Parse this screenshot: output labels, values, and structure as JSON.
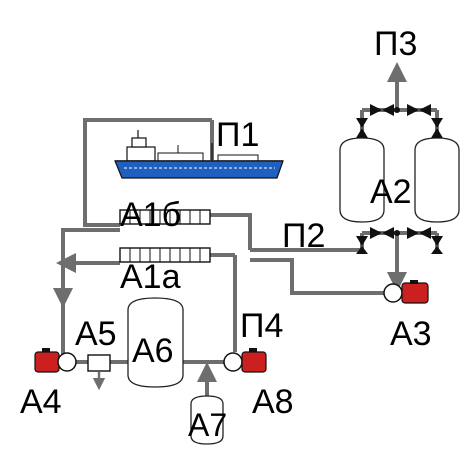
{
  "labels": {
    "p1": "П1",
    "p2": "П2",
    "p3": "П3",
    "p4": "П4",
    "a1a": "А1а",
    "a1b": "А1б",
    "a2": "А2",
    "a3": "А3",
    "a4": "А4",
    "a5": "А5",
    "a6": "А6",
    "a7": "А7",
    "a8": "А8"
  },
  "colors": {
    "pipe": "#6e6e6e",
    "ship_hull": "#1f5fbf",
    "pump_body": "#cc1f1f",
    "outline": "#111111"
  },
  "icons": {
    "ship": "ship-icon",
    "pump": "pump-icon",
    "valve": "valve-icon",
    "filter": "filter-icon",
    "heat_exchanger": "heat-exchanger-icon",
    "tank": "tank-icon"
  }
}
